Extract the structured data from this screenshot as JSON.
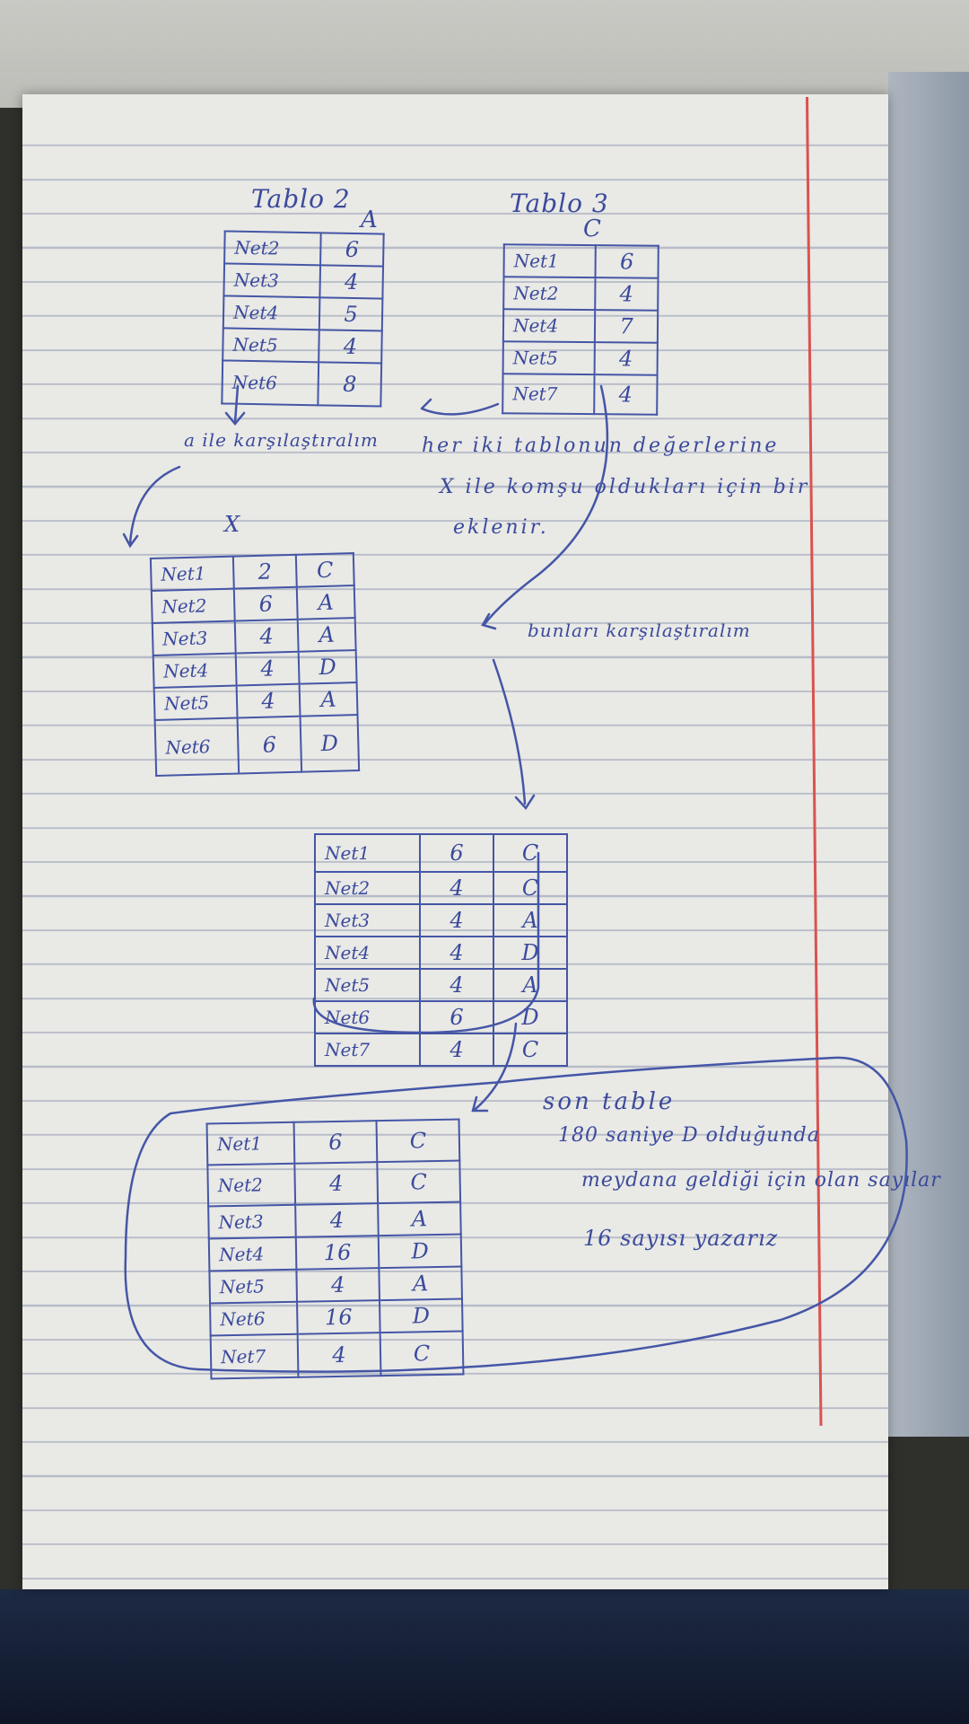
{
  "table2": {
    "title": "Tablo 2",
    "header": "A",
    "rows": [
      {
        "label": "Net2",
        "value": "6"
      },
      {
        "label": "Net3",
        "value": "4"
      },
      {
        "label": "Net4",
        "value": "5"
      },
      {
        "label": "Net5",
        "value": "4"
      },
      {
        "label": "Net6",
        "value": "8"
      }
    ]
  },
  "table3": {
    "title": "Tablo 3",
    "header": "C",
    "rows": [
      {
        "label": "Net1",
        "value": "6"
      },
      {
        "label": "Net2",
        "value": "4"
      },
      {
        "label": "Net4",
        "value": "7"
      },
      {
        "label": "Net5",
        "value": "4"
      },
      {
        "label": "Net7",
        "value": "4"
      }
    ]
  },
  "notes": {
    "compare_left": "a ile karşılaştıralım",
    "compare_right_1": "her iki tablonun değerlerine",
    "compare_right_2": "X ile komşu oldukları için bir",
    "compare_right_3": "eklenir.",
    "compare_mid": "bunları karşılaştıralım",
    "final_1": "son table",
    "final_2": "180 saniye D olduğunda",
    "final_3": "meydana geldiği için olan sayılar",
    "final_4": "16 sayısı yazarız"
  },
  "tableX": {
    "title": "X",
    "rows": [
      {
        "label": "Net1",
        "value": "2",
        "group": "C"
      },
      {
        "label": "Net2",
        "value": "6",
        "group": "A"
      },
      {
        "label": "Net3",
        "value": "4",
        "group": "A"
      },
      {
        "label": "Net4",
        "value": "4",
        "group": "D"
      },
      {
        "label": "Net5",
        "value": "4",
        "group": "A"
      },
      {
        "label": "Net6",
        "value": "6",
        "group": "D"
      }
    ]
  },
  "tableMerged": {
    "rows": [
      {
        "label": "Net1",
        "value": "6",
        "group": "C"
      },
      {
        "label": "Net2",
        "value": "4",
        "group": "C"
      },
      {
        "label": "Net3",
        "value": "4",
        "group": "A"
      },
      {
        "label": "Net4",
        "value": "4",
        "group": "D"
      },
      {
        "label": "Net5",
        "value": "4",
        "group": "A"
      },
      {
        "label": "Net6",
        "value": "6",
        "group": "D"
      },
      {
        "label": "Net7",
        "value": "4",
        "group": "C"
      }
    ]
  },
  "tableFinal": {
    "rows": [
      {
        "label": "Net1",
        "value": "6",
        "group": "C"
      },
      {
        "label": "Net2",
        "value": "4",
        "group": "C"
      },
      {
        "label": "Net3",
        "value": "4",
        "group": "A"
      },
      {
        "label": "Net4",
        "value": "16",
        "group": "D"
      },
      {
        "label": "Net5",
        "value": "4",
        "group": "A"
      },
      {
        "label": "Net6",
        "value": "16",
        "group": "D"
      },
      {
        "label": "Net7",
        "value": "4",
        "group": "C"
      }
    ]
  }
}
